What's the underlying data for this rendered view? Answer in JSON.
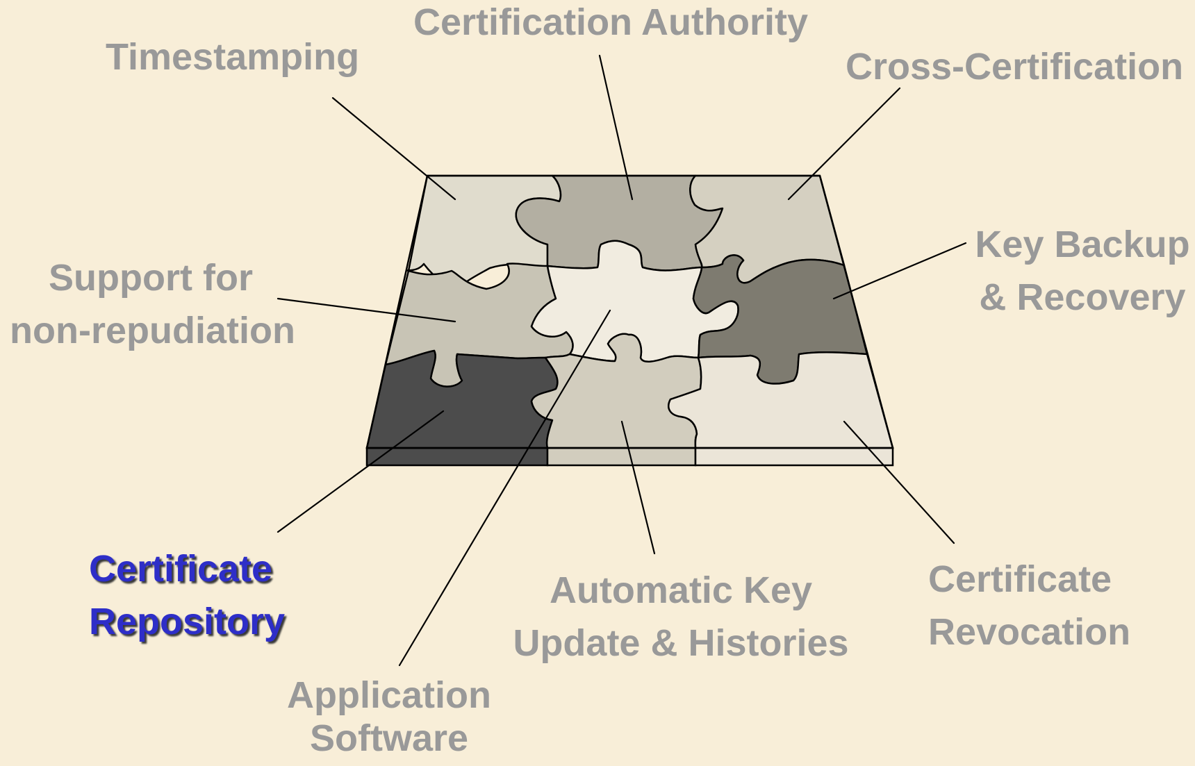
{
  "labels": {
    "timestamping": "Timestamping",
    "certification_authority": "Certification Authority",
    "cross_certification": "Cross-Certification",
    "support_for": "Support for",
    "non_repudiation": "non-repudiation",
    "key_backup": "Key Backup",
    "and_recovery": "& Recovery",
    "certificate_repository_1": "Certificate",
    "certificate_repository_2": "Repository",
    "automatic_key": "Automatic Key",
    "update_histories": "Update & Histories",
    "certificate_revocation_1": "Certificate",
    "certificate_revocation_2": "Revocation",
    "application": "Application",
    "software": "Software"
  },
  "colors": {
    "background": "#f8eed8",
    "label_gray": "#999999",
    "label_highlight": "#2e2ec8",
    "piece_timestamping": "#e0dccd",
    "piece_ca": "#b3afa2",
    "piece_cross_cert": "#d5d0c1",
    "piece_non_repudiation": "#c8c4b5",
    "piece_center": "#f1ece0",
    "piece_key_backup": "#7e7b70",
    "piece_repository": "#4c4c4c",
    "piece_auto_key": "#d2cdbe",
    "piece_revocation": "#ebe5d8"
  },
  "highlighted_label": "Certificate Repository"
}
